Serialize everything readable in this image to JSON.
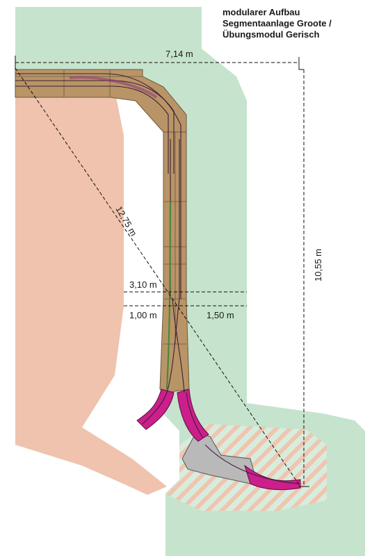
{
  "title": {
    "line1": "modularer Aufbau",
    "line2": "Segmentaanlage Groote /",
    "line3": "Übungsmodul Gerisch"
  },
  "dimensions": {
    "top_width": "7,14 m",
    "right_height": "10,55 m",
    "diagonal": "12,75 m",
    "mid_upper": "3,10 m",
    "mid_left": "1,00 m",
    "mid_right": "1,50 m"
  },
  "colors": {
    "room_green": "#c6e3cd",
    "room_salmon": "#efc3ad",
    "module_brown": "#b99466",
    "track_magenta": "#cc1f8c",
    "module_grey": "#b9b9b9",
    "green_track": "#3b8a3b",
    "hatch": "#f2b9a0"
  }
}
